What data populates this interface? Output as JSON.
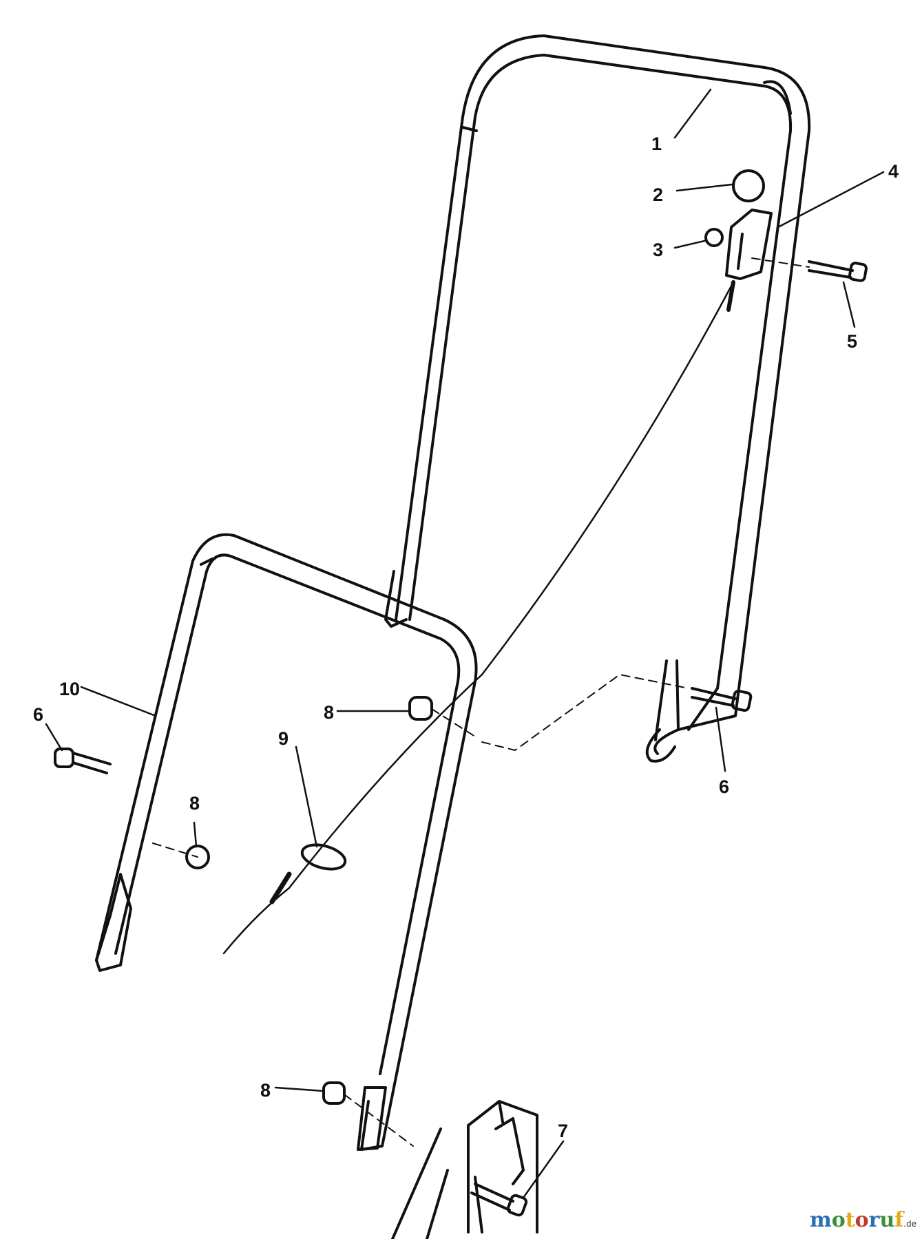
{
  "diagram": {
    "callouts": [
      {
        "id": "1",
        "label": "1"
      },
      {
        "id": "2",
        "label": "2"
      },
      {
        "id": "3",
        "label": "3"
      },
      {
        "id": "4",
        "label": "4"
      },
      {
        "id": "5",
        "label": "5"
      },
      {
        "id": "6a",
        "label": "6"
      },
      {
        "id": "6b",
        "label": "6"
      },
      {
        "id": "7",
        "label": "7"
      },
      {
        "id": "8a",
        "label": "8"
      },
      {
        "id": "8b",
        "label": "8"
      },
      {
        "id": "8c",
        "label": "8"
      },
      {
        "id": "9",
        "label": "9"
      },
      {
        "id": "10",
        "label": "10"
      }
    ]
  },
  "watermark": {
    "letters": [
      "m",
      "o",
      "t",
      "o",
      "r",
      "u",
      "f"
    ],
    "letter_colors": [
      "#2a6db5",
      "#3a8f3a",
      "#e6a817",
      "#c0392b",
      "#2a6db5",
      "#3a8f3a",
      "#e6a817"
    ],
    "suffix": ".de"
  }
}
